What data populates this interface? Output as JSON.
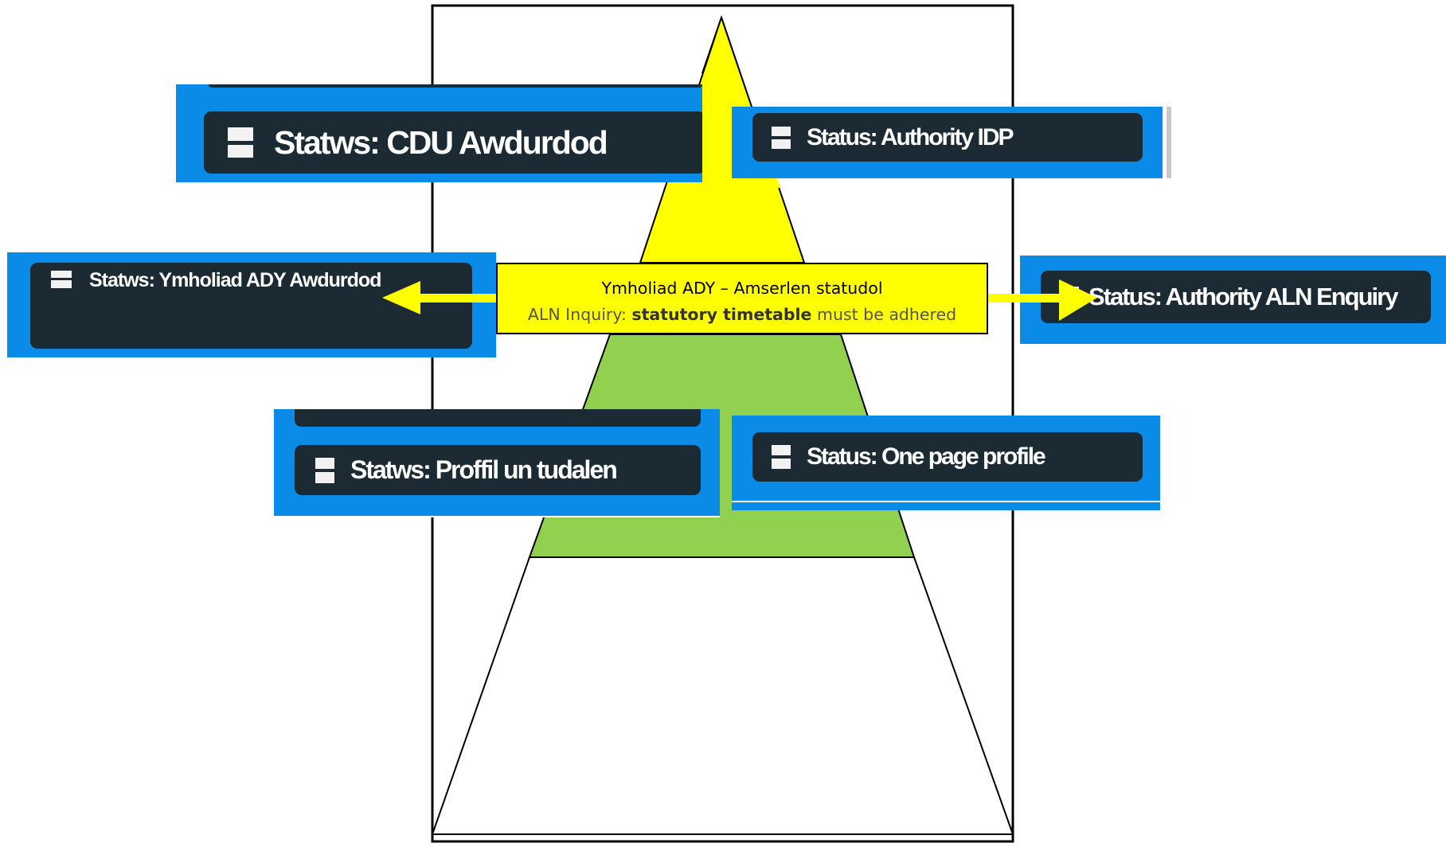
{
  "colors": {
    "panel_blue": "#0a8be8",
    "pill_dark": "#1b2a33",
    "pyramid_yellow": "#ffff00",
    "pyramid_green": "#92d050",
    "callout_fill": "#ffff00"
  },
  "icons": {
    "status_icon": "document-icon"
  },
  "status_labels": {
    "welsh_idp": "Statws: CDU Awdurdod",
    "english_idp": "Status: Authority IDP",
    "welsh_enquiry": "Statws: Ymholiad ADY Awdurdod",
    "english_enquiry": "Status: Authority ALN Enquiry",
    "welsh_profile": "Statws: Proffil un tudalen",
    "english_profile": "Status: One page profile"
  },
  "callout": {
    "line1": "Ymholiad ADY – Amserlen statudol",
    "line2_prefix": "ALN Inquiry: ",
    "line2_bold": "statutory timetable",
    "line2_suffix": " must be adhered"
  }
}
